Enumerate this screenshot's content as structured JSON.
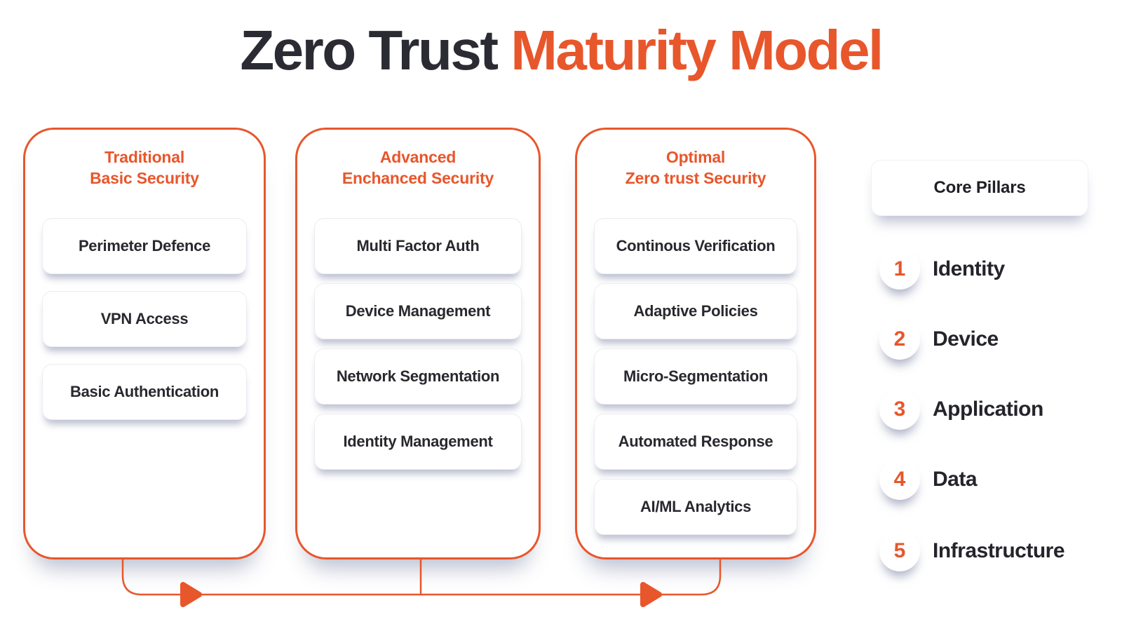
{
  "title": {
    "part1": "Zero Trust ",
    "part2": "Maturity Model"
  },
  "columns": [
    {
      "header_line1": "Traditional",
      "header_line2": "Basic Security",
      "items": [
        "Perimeter Defence",
        "VPN Access",
        "Basic Authentication"
      ]
    },
    {
      "header_line1": "Advanced",
      "header_line2": "Enchanced Security",
      "items": [
        "Multi Factor Auth",
        "Device Management",
        "Network Segmentation",
        "Identity Management"
      ]
    },
    {
      "header_line1": "Optimal",
      "header_line2": "Zero trust Security",
      "items": [
        "Continous Verification",
        "Adaptive Policies",
        "Micro-Segmentation",
        "Automated Response",
        "AI/ML Analytics"
      ]
    }
  ],
  "core_pillars": {
    "title": "Core Pillars",
    "pillars": [
      {
        "num": "1",
        "label": "Identity"
      },
      {
        "num": "2",
        "label": "Device"
      },
      {
        "num": "3",
        "label": "Application"
      },
      {
        "num": "4",
        "label": "Data"
      },
      {
        "num": "5",
        "label": "Infrastructure"
      }
    ]
  },
  "colors": {
    "accent": "#E8562B",
    "text_dark": "#28282F"
  }
}
